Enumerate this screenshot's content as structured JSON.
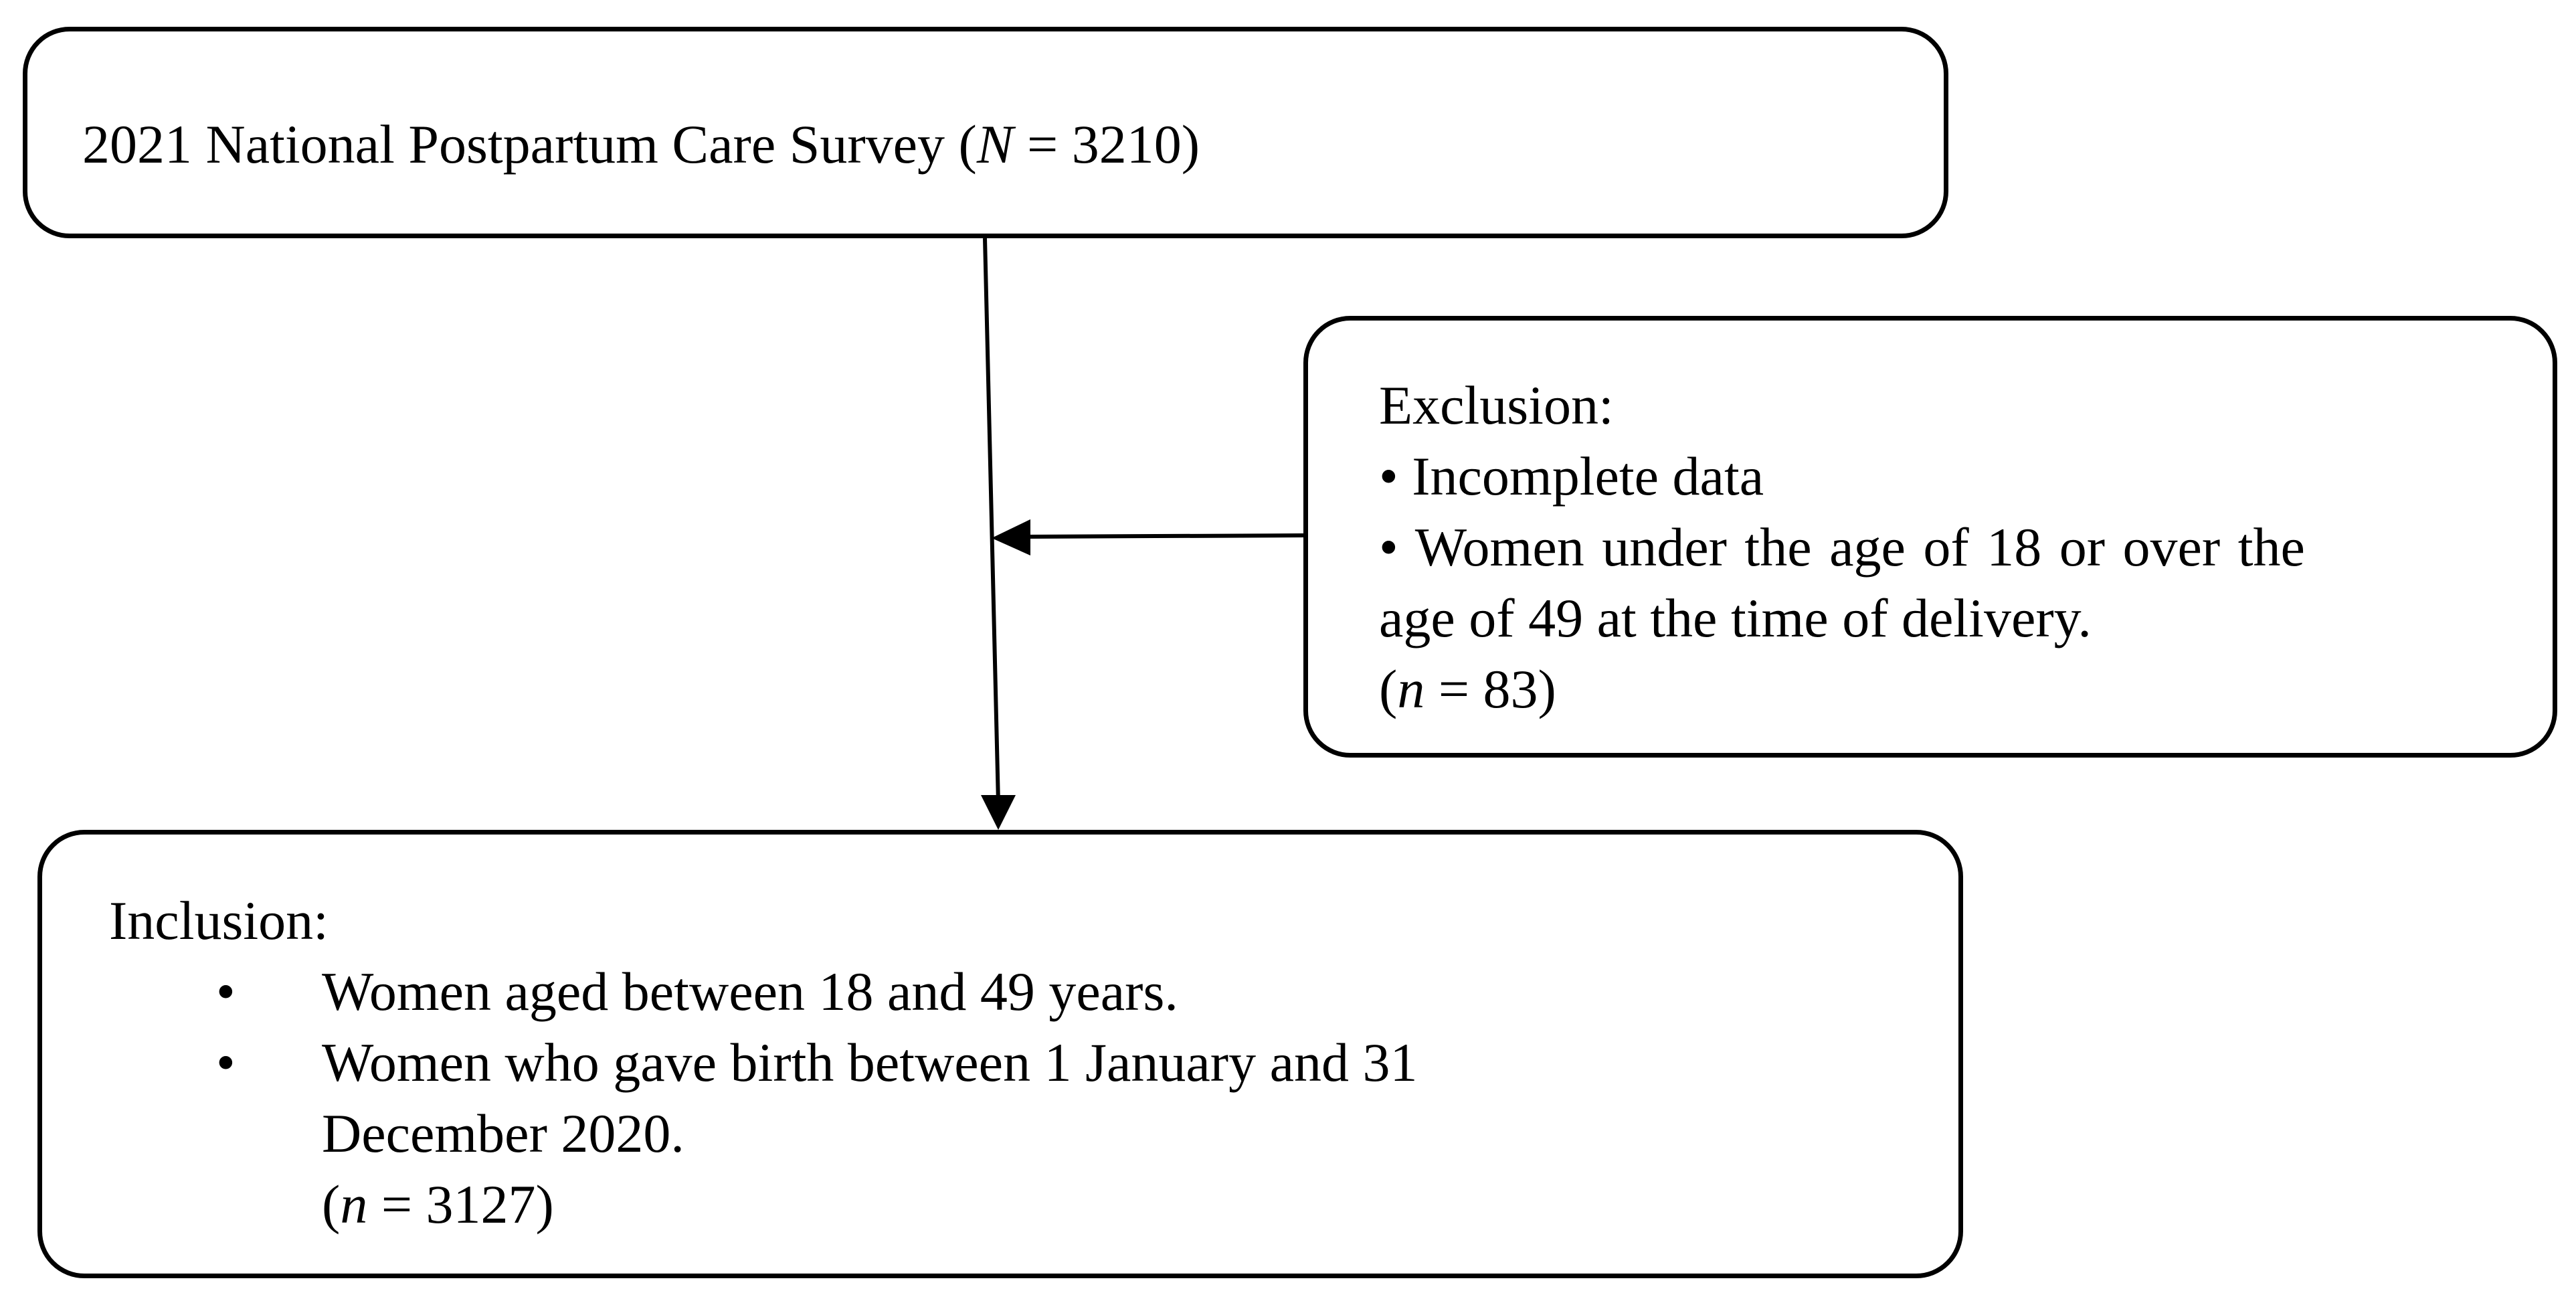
{
  "top_box": {
    "text_before": "2021 National Postpartum Care Survey (",
    "var": "N",
    "text_after": " = 3210)"
  },
  "exclusion_box": {
    "heading": "Exclusion:",
    "items": [
      "• Incomplete data",
      "• Women under the age of 18 or over the",
      "age of 49 at the time of delivery."
    ],
    "count_open": "(",
    "count_var": "n",
    "count_rest": " = 83)"
  },
  "inclusion_box": {
    "heading": "Inclusion:",
    "bullet": "•",
    "items": [
      "Women aged between 18 and 49 years.",
      "Women who gave birth between 1 January and 31",
      "December 2020."
    ],
    "count_open": "(",
    "count_var": "n",
    "count_rest": " = 3127)"
  }
}
